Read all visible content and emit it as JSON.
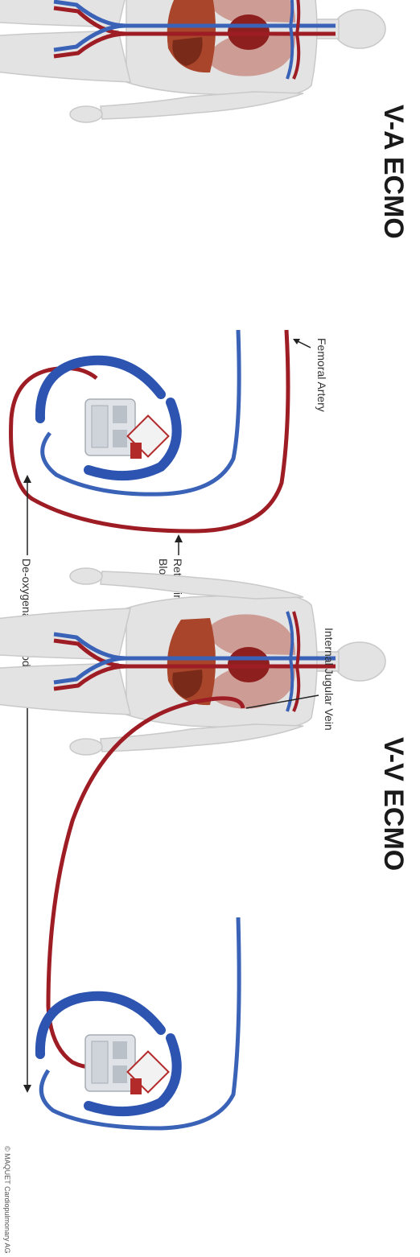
{
  "diagram": {
    "top_panel": {
      "title": "V-A ECMO",
      "cannula_label": "Femoral Artery"
    },
    "bottom_panel": {
      "title": "V-V ECMO",
      "cannula_label": "Internal Jugular Vein"
    },
    "shared_labels": {
      "returning_line1": "Returning Oxygenated",
      "returning_line2": "Blood",
      "deoxygenated": "De-oxygenated Blood"
    },
    "credit": "© MAQUET Cardiopulmonary AG",
    "colors": {
      "oxygenated_blood": "#9e1c24",
      "deoxygenated_blood": "#3a63b8",
      "body": "#e3e3e3",
      "body_outline": "#c9c9c9",
      "lungs": "#c98f86",
      "heart": "#8e1f1f",
      "liver": "#a8452a"
    }
  }
}
